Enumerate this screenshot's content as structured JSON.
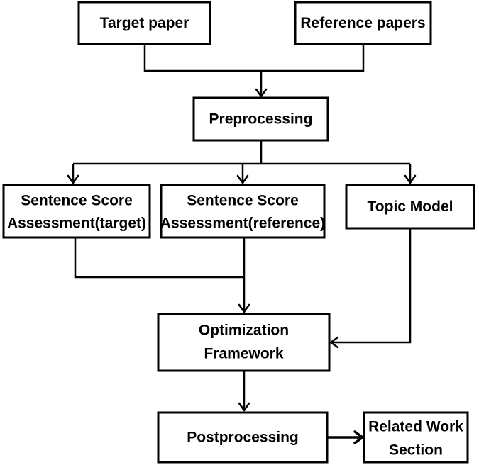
{
  "nodes": {
    "target_paper": {
      "lines": [
        "Target paper"
      ]
    },
    "reference_papers": {
      "lines": [
        "Reference papers"
      ]
    },
    "preprocessing": {
      "lines": [
        "Preprocessing"
      ]
    },
    "score_target": {
      "lines": [
        "Sentence Score",
        "Assessment(target)"
      ]
    },
    "score_reference": {
      "lines": [
        "Sentence Score",
        "Assessment(reference)"
      ]
    },
    "topic_model": {
      "lines": [
        "Topic Model"
      ]
    },
    "optimization": {
      "lines": [
        "Optimization",
        "Framework"
      ]
    },
    "postprocessing": {
      "lines": [
        "Postprocessing"
      ]
    },
    "related_work": {
      "lines": [
        "Related Work",
        "Section"
      ]
    }
  },
  "edges": [
    {
      "from": "target_paper",
      "to": "preprocessing"
    },
    {
      "from": "reference_papers",
      "to": "preprocessing"
    },
    {
      "from": "preprocessing",
      "to": "score_target"
    },
    {
      "from": "preprocessing",
      "to": "score_reference"
    },
    {
      "from": "preprocessing",
      "to": "topic_model"
    },
    {
      "from": "score_target",
      "to": "optimization"
    },
    {
      "from": "score_reference",
      "to": "optimization"
    },
    {
      "from": "topic_model",
      "to": "optimization"
    },
    {
      "from": "optimization",
      "to": "postprocessing"
    },
    {
      "from": "postprocessing",
      "to": "related_work"
    }
  ]
}
